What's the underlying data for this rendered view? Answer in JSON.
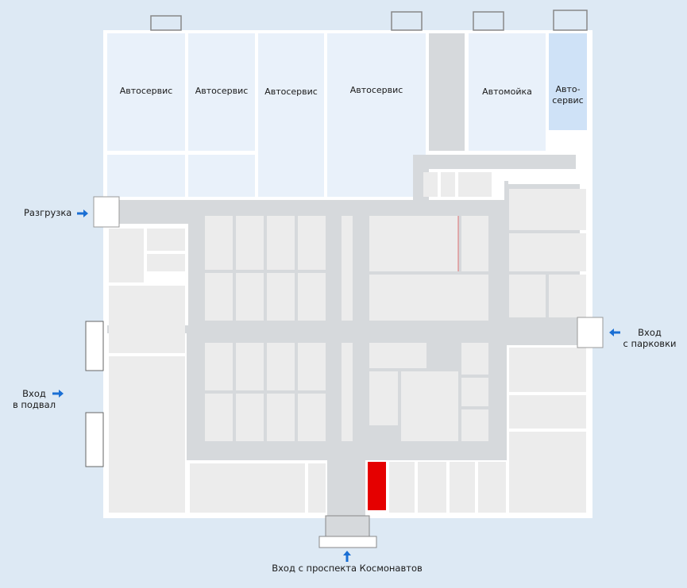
{
  "colors": {
    "background": "#dde9f4",
    "hall_fill": "#e9f1fa",
    "room_fill": "#ececec",
    "corridor_fill": "#d6d9dc",
    "wall": "#ffffff",
    "highlight_room": "#e50000",
    "highlight_hall": "#cfe2f7",
    "arrow": "#1a6fd4"
  },
  "rooms": {
    "service_1": "Автосервис",
    "service_2": "Автосервис",
    "service_3": "Автосервис",
    "service_4": "Автосервис",
    "car_wash": "Автомойка",
    "service_small_line1": "Авто-",
    "service_small_line2": "сервис"
  },
  "entrances": {
    "unloading": "Разгрузка",
    "parking_line1": "Вход",
    "parking_line2": "с парковки",
    "basement_line1": "Вход",
    "basement_line2": "в подвал",
    "main": "Вход с проспекта Космонавтов"
  },
  "icons": {
    "arrow": "right-arrow-icon",
    "arrow_left": "left-arrow-icon",
    "arrow_up": "up-arrow-icon"
  }
}
